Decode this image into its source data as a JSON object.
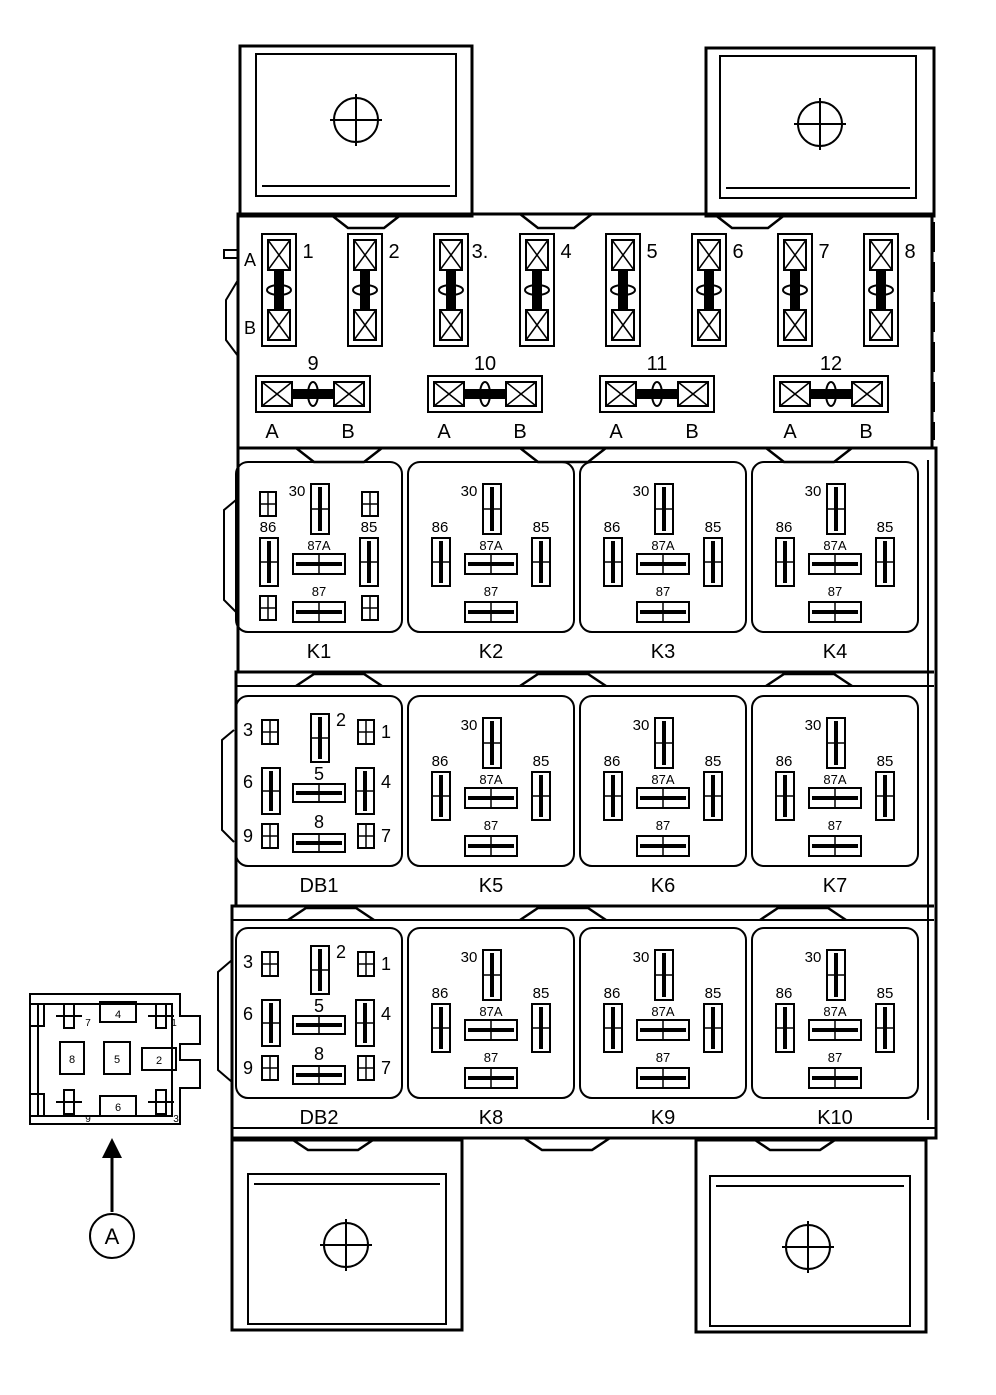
{
  "colors": {
    "ink": "#000000",
    "paper": "#ffffff"
  },
  "fuses_top": [
    {
      "number": "1",
      "a": "A",
      "b": "B"
    },
    {
      "number": "2"
    },
    {
      "number": "3."
    },
    {
      "number": "4"
    },
    {
      "number": "5"
    },
    {
      "number": "6"
    },
    {
      "number": "7"
    },
    {
      "number": "8"
    }
  ],
  "fuses_mid": [
    {
      "number": "9",
      "a": "A",
      "b": "B"
    },
    {
      "number": "10",
      "a": "A",
      "b": "B"
    },
    {
      "number": "11",
      "a": "A",
      "b": "B"
    },
    {
      "number": "12",
      "a": "A",
      "b": "B"
    }
  ],
  "relay_terminals": {
    "t30": "30",
    "t86": "86",
    "t85": "85",
    "t87a": "87A",
    "t87": "87"
  },
  "diode_terminals": {
    "t1": "1",
    "t2": "2",
    "t3": "3",
    "t4": "4",
    "t5": "5",
    "t6": "6",
    "t7": "7",
    "t8": "8",
    "t9": "9"
  },
  "rows": [
    {
      "cells": [
        {
          "type": "relay5",
          "label": "K1"
        },
        {
          "type": "relay",
          "label": "K2"
        },
        {
          "type": "relay",
          "label": "K3"
        },
        {
          "type": "relay",
          "label": "K4"
        }
      ]
    },
    {
      "cells": [
        {
          "type": "diode",
          "label": "DB1"
        },
        {
          "type": "relay",
          "label": "K5"
        },
        {
          "type": "relay",
          "label": "K6"
        },
        {
          "type": "relay",
          "label": "K7"
        }
      ]
    },
    {
      "cells": [
        {
          "type": "diode",
          "label": "DB2"
        },
        {
          "type": "relay",
          "label": "K8"
        },
        {
          "type": "relay",
          "label": "K9"
        },
        {
          "type": "relay",
          "label": "K10"
        }
      ]
    }
  ],
  "connector_detail": {
    "callout": "A",
    "pins": {
      "p1": "1",
      "p2": "2",
      "p3": "3",
      "p4": "4",
      "p5": "5",
      "p6": "6",
      "p7": "7",
      "p8": "8",
      "p9": "9"
    }
  }
}
